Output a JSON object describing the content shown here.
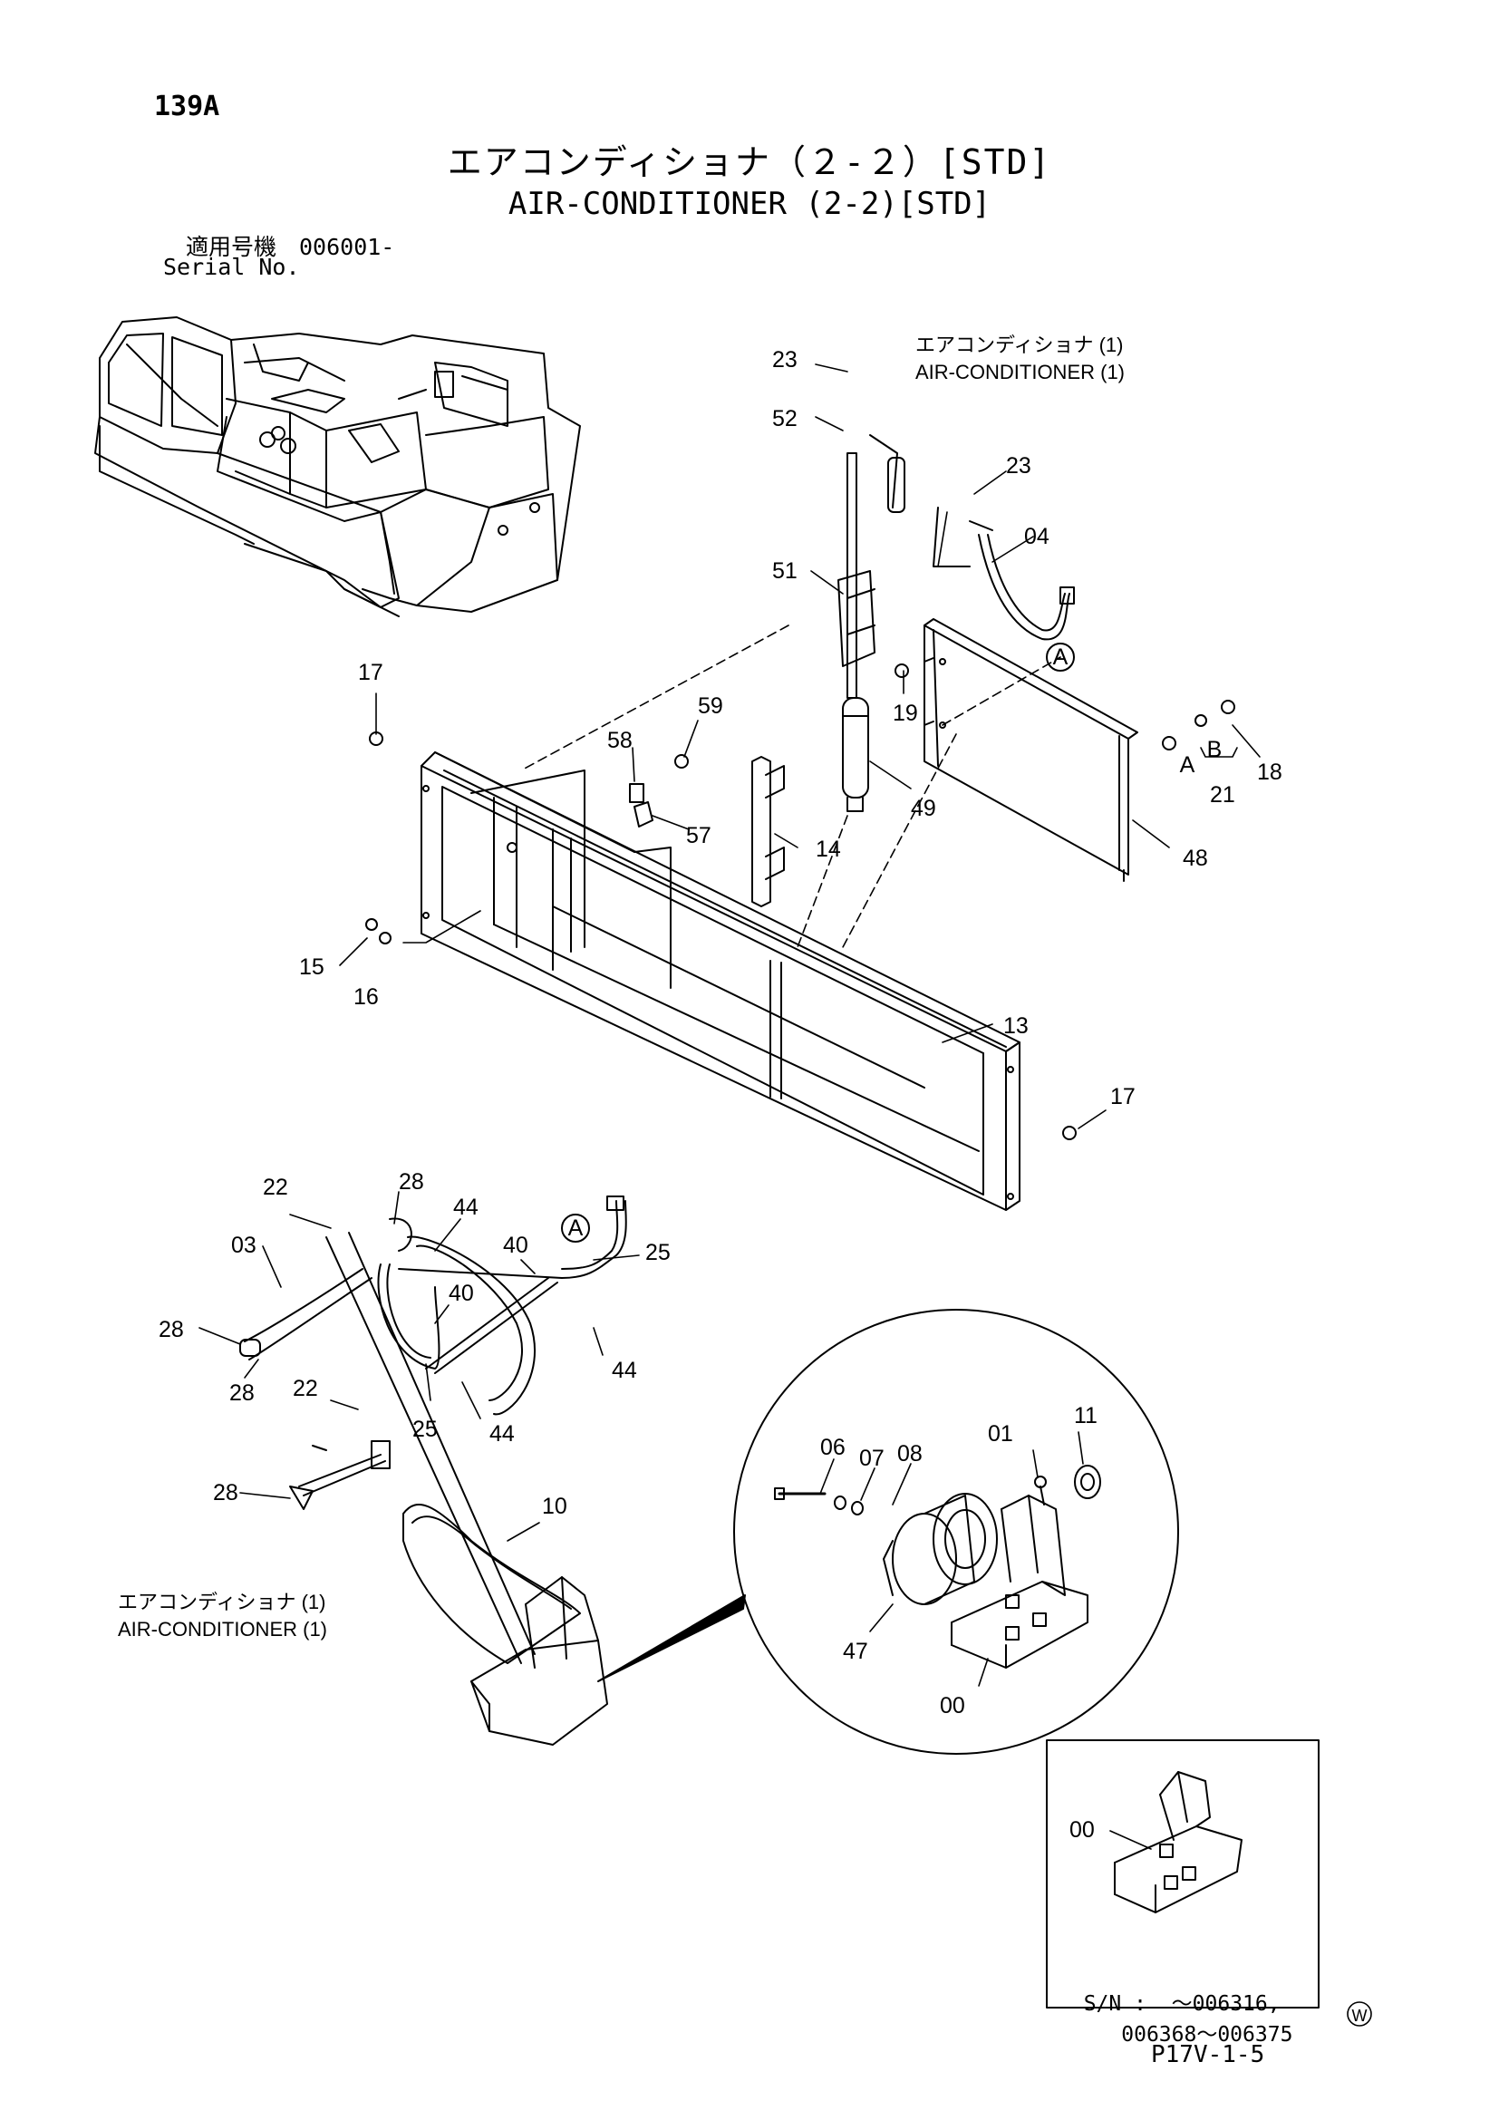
{
  "page_number": "139A",
  "title_ja": "エアコンディショナ（２-２）[STD]",
  "title_en": "AIR-CONDITIONER (2-2)[STD]",
  "serial_label_ja": "適用号機　006001-",
  "serial_label_en": "Serial No.",
  "callouts": {
    "aircon_top_ja": "エアコンディショナ (1)",
    "aircon_top_en": "AIR-CONDITIONER (1)",
    "aircon_bottom_ja": "エアコンディショナ (1)",
    "aircon_bottom_en": "AIR-CONDITIONER (1)",
    "ref_a": "A",
    "ref_b": "B"
  },
  "parts": [
    "23",
    "52",
    "23",
    "04",
    "51",
    "19",
    "49",
    "48",
    "18",
    "21",
    "17",
    "59",
    "58",
    "57",
    "14",
    "15",
    "16",
    "13",
    "17",
    "22",
    "28",
    "44",
    "03",
    "40",
    "40",
    "25",
    "28",
    "28",
    "22",
    "25",
    "44",
    "44",
    "28",
    "10",
    "06",
    "07",
    "08",
    "01",
    "11",
    "47",
    "00",
    "00"
  ],
  "inset": {
    "part": "00",
    "sn_label": "S/N :",
    "sn_line1": "～006316,",
    "sn_line2": "006368～006375"
  },
  "watermark_symbol": "W",
  "footer_code": "P17V-1-5"
}
